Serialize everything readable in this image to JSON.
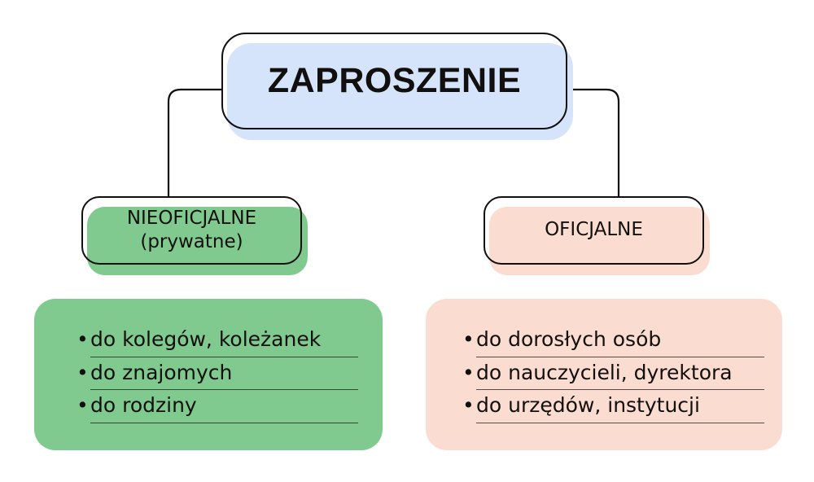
{
  "diagram": {
    "title": "ZAPROSZENIE",
    "background_color": "#ffffff",
    "root": {
      "label": "ZAPROSZENIE",
      "fill_color": "#d5e4fb",
      "outline_color": "#12100e"
    },
    "branches": [
      {
        "key": "informal",
        "label_line1": "NIEOFICJALNE",
        "label_line2": "(prywatne)",
        "fill_color": "#80c98f",
        "outline_color": "#12100e",
        "rule_color": "#2d4a33",
        "bullet": "•",
        "items": [
          "do kolegów, koleżanek",
          "do znajomych",
          "do rodziny"
        ]
      },
      {
        "key": "official",
        "label_line1": "OFICJALNE",
        "label_line2": "",
        "fill_color": "#fbdcd0",
        "outline_color": "#12100e",
        "rule_color": "#584c46",
        "bullet": "•",
        "items": [
          "do dorosłych osób",
          "do nauczycieli, dyrektora",
          "do urzędów, instytucji"
        ]
      }
    ]
  }
}
